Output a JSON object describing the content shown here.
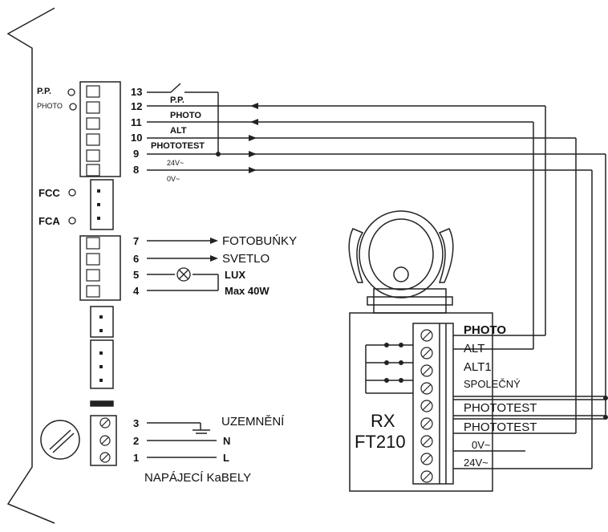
{
  "board": {
    "led_labels": {
      "pp": "P.P.",
      "photo": "PHOTO",
      "fcc": "FCC",
      "fca": "FCA"
    },
    "terminals": {
      "t13": "13",
      "t12": "12",
      "t11": "11",
      "t10": "10",
      "t9": "9",
      "t8": "8",
      "t7": "7",
      "t6": "6",
      "t5": "5",
      "t4": "4",
      "t3": "3",
      "t2": "2",
      "t1": "1"
    },
    "top_wires": {
      "pp": "P.P.",
      "photo": "PHOTO",
      "alt": "ALT",
      "phototest": "PHOTOTEST",
      "v24": "24V~",
      "v0": "0V~"
    },
    "outputs": {
      "fotobunky": "FOTOBUŃKY",
      "svetlo": "SVETLO",
      "lux": "LUX",
      "max": "Max 40W"
    },
    "power": {
      "uzemneni": "UZEMNĚNÍ",
      "n": "N",
      "l": "L",
      "caption": "NAPÁJECÍ KaBELY"
    }
  },
  "receiver": {
    "model_line1": "RX",
    "model_line2": "FT210",
    "pins": {
      "photo": "PHOTO",
      "alt": "ALT",
      "alt1": "ALT1",
      "spolecny": "SPOLEČNÝ",
      "phototest1": "PHOTOTEST",
      "phototest2": "PHOTOTEST",
      "v0": "0V~",
      "v24": "24V~"
    }
  }
}
